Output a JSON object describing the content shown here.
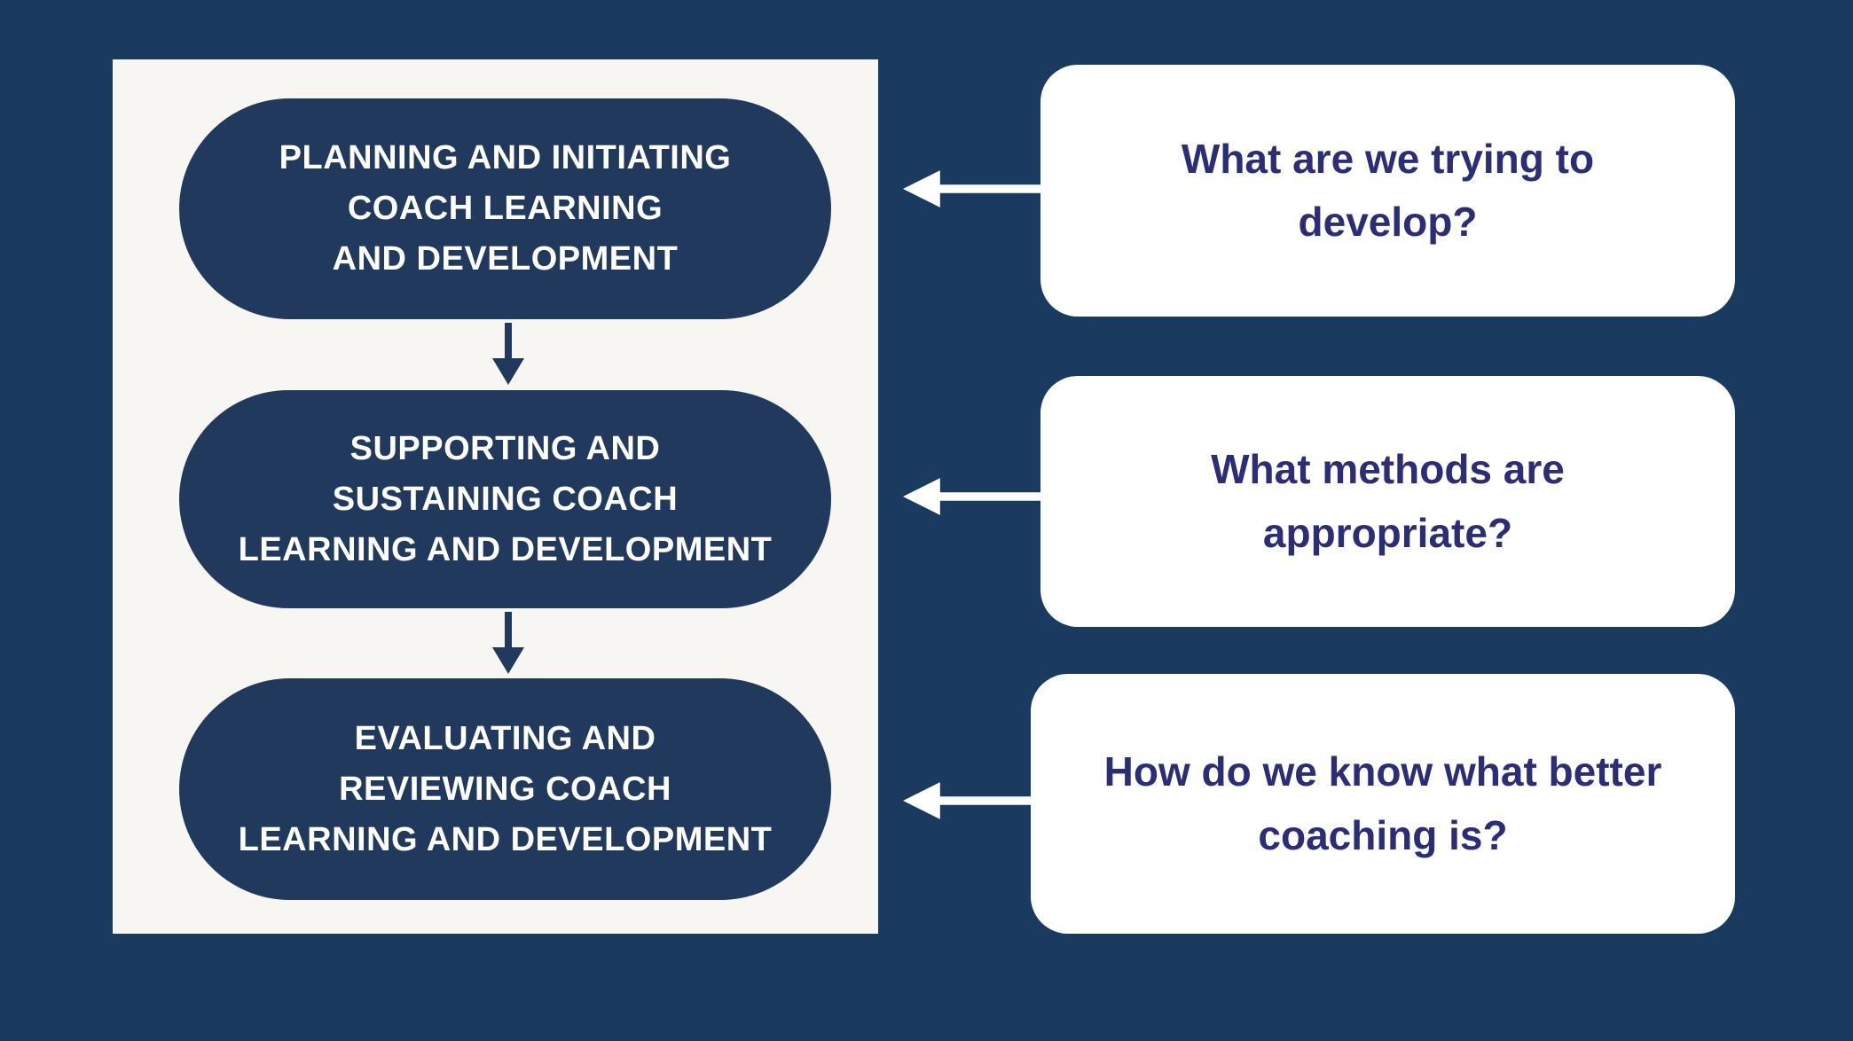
{
  "theme": {
    "background_color": "#1b3a5f",
    "panel_color": "#f8f6f2",
    "pill_color": "#21395c",
    "pill_text_color": "#ffffff",
    "card_color": "#ffffff",
    "card_text_color": "#2b2e76",
    "down_arrow_color": "#21395c",
    "left_arrow_color": "#ffffff"
  },
  "icons": {
    "down_arrow": "down-arrow-icon",
    "left_arrow": "left-arrow-icon"
  },
  "process": {
    "steps": [
      {
        "lines": [
          "PLANNING AND INITIATING",
          "COACH LEARNING",
          "AND DEVELOPMENT"
        ]
      },
      {
        "lines": [
          "SUPPORTING AND",
          "SUSTAINING COACH",
          "LEARNING AND DEVELOPMENT"
        ]
      },
      {
        "lines": [
          "EVALUATING AND",
          "REVIEWING COACH",
          "LEARNING AND DEVELOPMENT"
        ]
      }
    ]
  },
  "questions": [
    {
      "lines": [
        "What are we trying to",
        "develop?"
      ]
    },
    {
      "lines": [
        "What methods are",
        "appropriate?"
      ]
    },
    {
      "lines": [
        "How do we know what better",
        "coaching is?"
      ]
    }
  ]
}
